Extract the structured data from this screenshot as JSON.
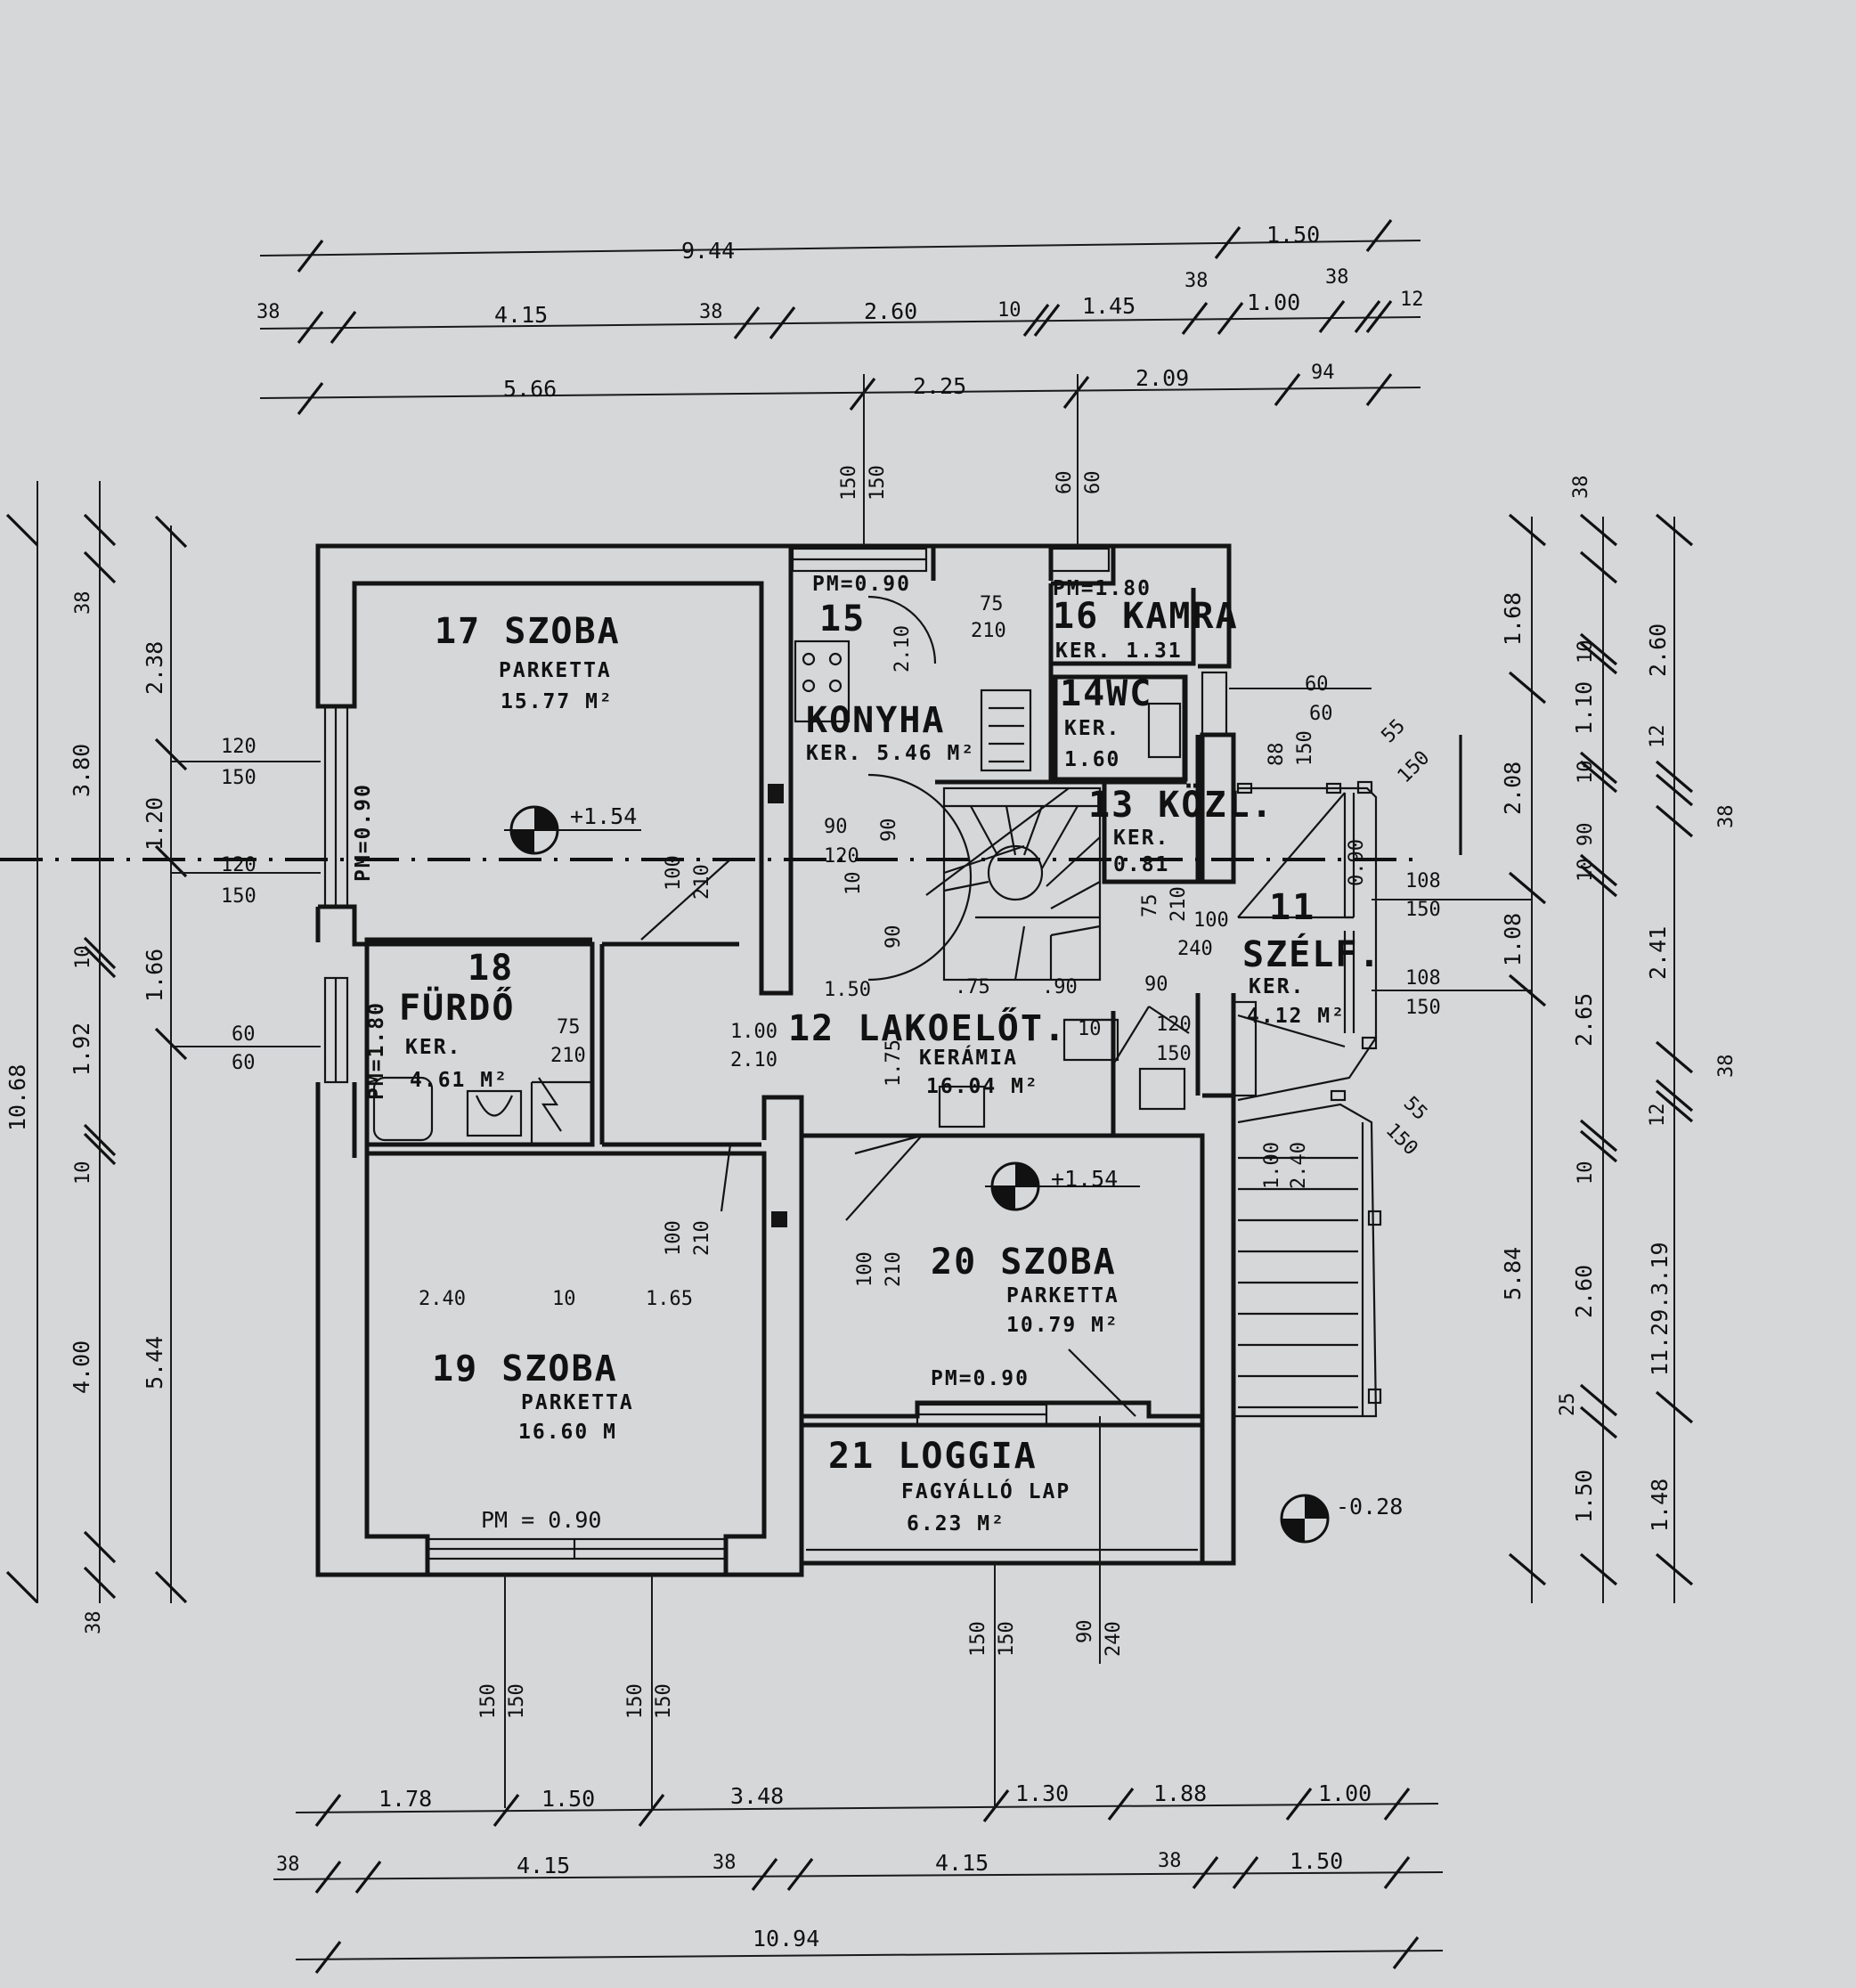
{
  "rooms": [
    {
      "id": "r17",
      "number": "17",
      "name": "SZOBA",
      "floor": "PARKETTA",
      "area": "15.77 M²"
    },
    {
      "id": "r15",
      "number": "15",
      "name": "KONYHA",
      "floor": "KER.",
      "area": "5.46 M²",
      "sill": "PM=0.90"
    },
    {
      "id": "r16",
      "number": "16",
      "name": "KAMRA",
      "floor": "KER.",
      "area": "1.31",
      "sill": "PM=1.80"
    },
    {
      "id": "r14",
      "number": "14",
      "name": "WC",
      "floor": "KER.",
      "area": "1.60"
    },
    {
      "id": "r13",
      "number": "13",
      "name": "KÖZL.",
      "floor": "KER.",
      "area": "0.81"
    },
    {
      "id": "r11",
      "number": "11",
      "name": "SZÉLF.",
      "floor": "KER.",
      "area": "4.12 M²"
    },
    {
      "id": "r18",
      "number": "18",
      "name": "FÜRDŐ",
      "floor": "KER.",
      "area": "4.61 M²",
      "sill": "PM=1.80"
    },
    {
      "id": "r12",
      "number": "12",
      "name": "LAKOELŐT.",
      "floor": "KERÁMIA",
      "area": "16.04 M²"
    },
    {
      "id": "r20",
      "number": "20",
      "name": "SZOBA",
      "floor": "PARKETTA",
      "area": "10.79 M²",
      "sill": "PM=0.90"
    },
    {
      "id": "r19",
      "number": "19",
      "name": "SZOBA",
      "floor": "PARKETTA",
      "area": "16.60 M",
      "sill": "PM = 0.90"
    },
    {
      "id": "r21",
      "number": "21",
      "name": "LOGGIA",
      "floor": "FAGYÁLLÓ LAP",
      "area": "6.23 M²"
    }
  ],
  "levels": {
    "main_1": "+1.54",
    "main_2": "+1.54",
    "outside": "-0.28"
  },
  "sill_17": "PM=0.90",
  "dims_top": {
    "row1": [
      "9.44",
      "1.50"
    ],
    "row2": [
      "38",
      "4.15",
      "38",
      "2.60",
      "10",
      "1.45",
      "38",
      "1.00",
      "38",
      "12"
    ],
    "row3": [
      "5.66",
      "2.25",
      "2.09",
      "94"
    ]
  },
  "dims_bottom": {
    "row1": [
      "1.78",
      "1.50",
      "3.48",
      "1.30",
      "1.88",
      "1.00"
    ],
    "row2": [
      "38",
      "4.15",
      "38",
      "4.15",
      "38",
      "1.50"
    ],
    "row3": [
      "10.94"
    ]
  },
  "dims_left": {
    "row1": [
      "10.68"
    ],
    "row2": [
      "38",
      "3.80",
      "10",
      "1.92",
      "10",
      "4.00",
      "38"
    ],
    "row3": [
      "2.38",
      "1.20",
      "1.66",
      "5.44"
    ]
  },
  "dims_right": {
    "row1": [
      "1.68",
      "2.08",
      "1.08",
      "5.84"
    ],
    "row2": [
      "38",
      "10",
      "1.10",
      "10",
      "90",
      "10",
      "2.65",
      "10",
      "2.60",
      "25",
      "1.50"
    ],
    "row3": [
      "2.60",
      "12",
      "38",
      "2.41",
      "38",
      "12",
      "11.29.3.19",
      "1.48"
    ]
  },
  "openings": {
    "w17_side": [
      "120",
      "150"
    ],
    "w17_side2": [
      "120",
      "150"
    ],
    "w18_side": [
      "60",
      "60"
    ],
    "top_150": [
      "150",
      "150"
    ],
    "top_60": [
      "60",
      "60"
    ],
    "k_door": [
      "75",
      "210"
    ],
    "k_side": [
      "60",
      "60"
    ],
    "d17": [
      "100",
      "210"
    ],
    "d19": [
      "100",
      "210"
    ],
    "d20": [
      "100",
      "210"
    ],
    "d18": [
      "75",
      "210"
    ],
    "d12": [
      "1.00",
      "2.10"
    ],
    "d13": [
      "100",
      "240"
    ],
    "d11": [
      "120",
      "150"
    ],
    "w11a": [
      "108",
      "150"
    ],
    "w11b": [
      "108",
      "150"
    ],
    "w11c": [
      "88",
      "150"
    ],
    "stair_a": [
      "55",
      "150"
    ],
    "stair_b": [
      "55",
      "150"
    ],
    "kt": [
      "90",
      "120"
    ],
    "bot_w19a": [
      "150",
      "150"
    ],
    "bot_w19b": [
      "150",
      "150"
    ],
    "bot_w21a": [
      "150",
      "150"
    ],
    "bot_w21b": [
      "90",
      "240"
    ],
    "inner": [
      "1.50",
      ".75",
      ".90",
      "90"
    ],
    "misc": [
      "2.40",
      "10",
      "1.65",
      "1.75",
      "0.90",
      "90",
      "10",
      "10",
      "90",
      "2.10",
      "1.00",
      "2.40",
      "75",
      "210"
    ]
  }
}
